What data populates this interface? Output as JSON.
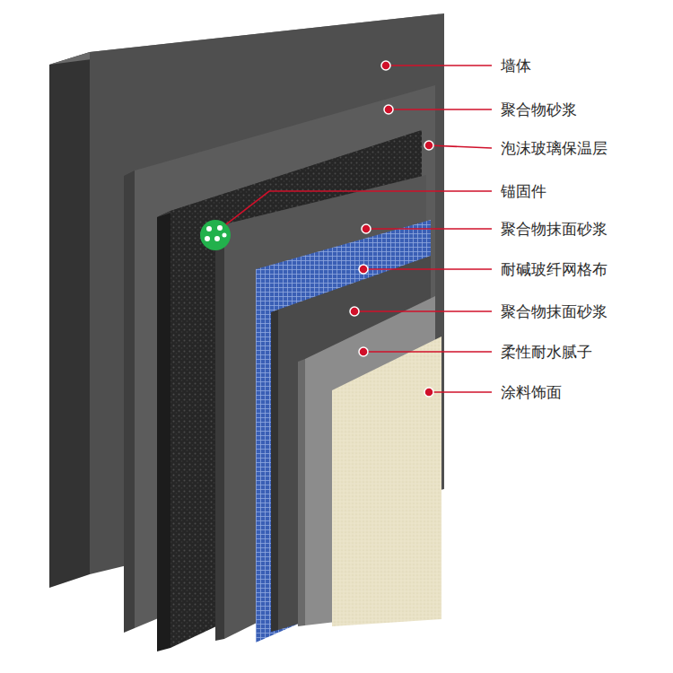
{
  "diagram": {
    "labels": [
      "墙体",
      "聚合物砂浆",
      "泡沫玻璃保温层",
      "锚固件",
      "聚合物抹面砂浆",
      "耐碱玻纤网格布",
      "聚合物抹面砂浆",
      "柔性耐水腻子",
      "涂料饰面"
    ]
  }
}
